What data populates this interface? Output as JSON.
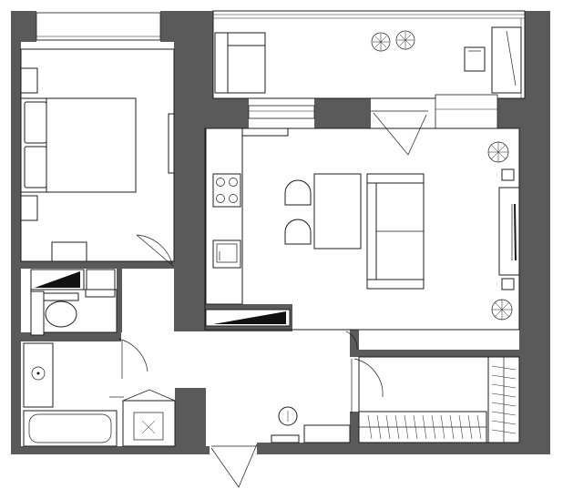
{
  "floor_plan": {
    "walls_color": "#5a5a5a",
    "rooms": [
      "bedroom",
      "balcony",
      "kitchen-living",
      "bathroom",
      "hallway",
      "wardrobe"
    ]
  }
}
